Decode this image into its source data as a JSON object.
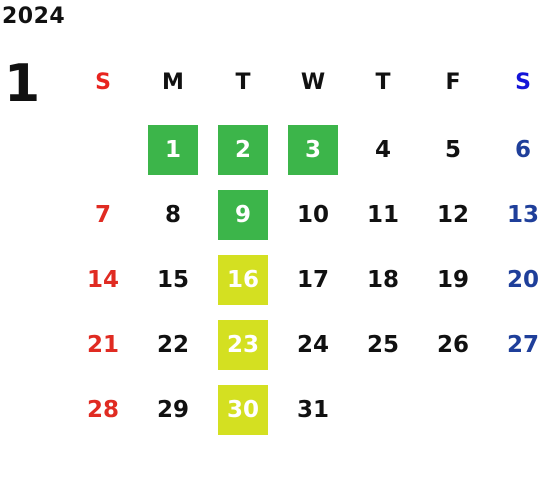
{
  "calendar": {
    "year": "2024",
    "month": "1",
    "weekdays": [
      "S",
      "M",
      "T",
      "W",
      "T",
      "F",
      "S"
    ],
    "weekday_colors": [
      "#e8241f",
      "#111111",
      "#111111",
      "#111111",
      "#111111",
      "#111111",
      "#1414d8"
    ],
    "day_colors": {
      "sunday": "#e02b22",
      "weekday": "#111111",
      "saturday": "#1f3f9a",
      "highlight_text": "#ffffff"
    },
    "highlight_colors": {
      "green": "#3cb54a",
      "yellow": "#d4e021"
    },
    "weeks": [
      [
        null,
        {
          "day": "1",
          "hl": "green"
        },
        {
          "day": "2",
          "hl": "green"
        },
        {
          "day": "3",
          "hl": "green"
        },
        {
          "day": "4"
        },
        {
          "day": "5"
        },
        {
          "day": "6"
        }
      ],
      [
        {
          "day": "7"
        },
        {
          "day": "8"
        },
        {
          "day": "9",
          "hl": "green"
        },
        {
          "day": "10"
        },
        {
          "day": "11"
        },
        {
          "day": "12"
        },
        {
          "day": "13"
        }
      ],
      [
        {
          "day": "14"
        },
        {
          "day": "15"
        },
        {
          "day": "16",
          "hl": "yellow"
        },
        {
          "day": "17"
        },
        {
          "day": "18"
        },
        {
          "day": "19"
        },
        {
          "day": "20"
        }
      ],
      [
        {
          "day": "21"
        },
        {
          "day": "22"
        },
        {
          "day": "23",
          "hl": "yellow"
        },
        {
          "day": "24"
        },
        {
          "day": "25"
        },
        {
          "day": "26"
        },
        {
          "day": "27"
        }
      ],
      [
        {
          "day": "28"
        },
        {
          "day": "29"
        },
        {
          "day": "30",
          "hl": "yellow"
        },
        {
          "day": "31"
        },
        null,
        null,
        null
      ]
    ]
  }
}
